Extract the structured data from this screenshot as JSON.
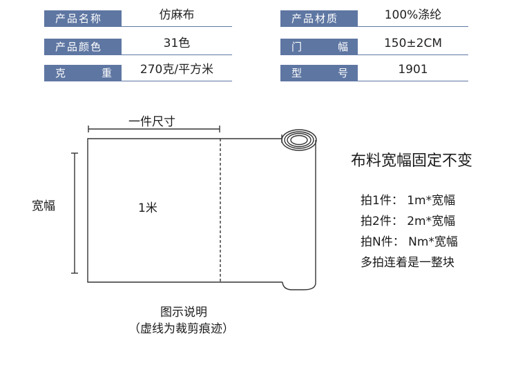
{
  "specs": [
    {
      "label": "产品名称",
      "value": "仿麻布"
    },
    {
      "label": "产品材质",
      "value": "100%涤纶"
    },
    {
      "label": "产品颜色",
      "value": "31色"
    },
    {
      "label": "门幅",
      "label_chars": [
        "门",
        "幅"
      ],
      "value": "150±2CM"
    },
    {
      "label": "克重",
      "label_chars": [
        "克",
        "重"
      ],
      "value": "270克/平方米"
    },
    {
      "label": "型号",
      "label_chars": [
        "型",
        "号"
      ],
      "value": "1901"
    }
  ],
  "diagram": {
    "piece_size_label": "一件尺寸",
    "width_label": "宽幅",
    "length_label": "1米",
    "caption_line1": "图示说明",
    "caption_line2": "（虚线为裁剪痕迹）"
  },
  "notes": {
    "heading": "布料宽幅固定不变",
    "lines": [
      "拍1件： 1m*宽幅",
      "拍2件： 2m*宽幅",
      "拍N件： Nm*宽幅",
      "多拍连着是一整块"
    ]
  },
  "colors": {
    "label_bg": "#5e76a2",
    "rule": "#5e76a2",
    "line": "#333333"
  }
}
